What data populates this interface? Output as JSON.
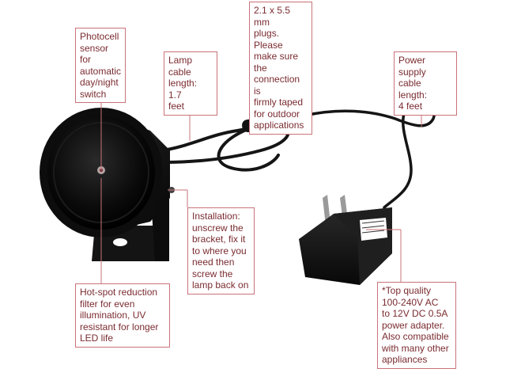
{
  "colors": {
    "callout_border": "#c9737a",
    "callout_text": "#7a2b30",
    "leader_line": "#c9737a",
    "product_body": "#111111",
    "cable": "#151515"
  },
  "callouts": {
    "photocell": "Photocell\nsensor for\nautomatic\nday/night\nswitch",
    "lamp_cable": "Lamp cable\nlength: 1.7\nfeet",
    "plugs": "2.1 x 5.5 mm\nplugs. Please\nmake sure the\nconnection is\nfirmly taped\nfor outdoor\napplications",
    "power_cable": "Power supply\ncable length:\n4 feet",
    "installation": "Installation:\nunscrew the\nbracket, fix it\nto where you\nneed then\nscrew the\nlamp back on",
    "filter": "Hot-spot reduction\nfilter for even\nillumination, UV\nresistant for longer\nLED life",
    "adapter": "*Top quality\n100-240V AC\nto 12V DC 0.5A\npower adapter.\nAlso compatible\nwith many other\nappliances"
  }
}
